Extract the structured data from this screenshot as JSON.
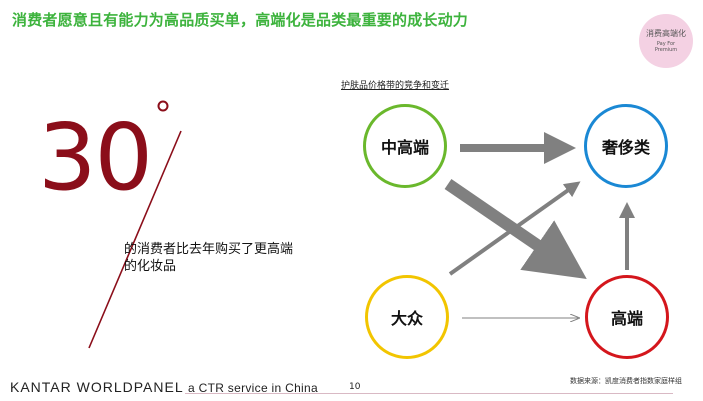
{
  "header": {
    "title": "消费者愿意且有能力为高品质买单，高端化是品类最重要的成长动力",
    "badge": {
      "line1": "消费高端化",
      "line2": "Pay For",
      "line3": "Premium"
    }
  },
  "stat": {
    "value": "30",
    "description": "的消费者比去年购买了更高端的化妆品"
  },
  "diagram": {
    "title": "护肤品价格带的竞争和变迁",
    "nodes": {
      "mid_high": {
        "label": "中高端",
        "color": "#6ab82c"
      },
      "luxury": {
        "label": "奢侈类",
        "color": "#1a88d4"
      },
      "mass": {
        "label": "大众",
        "color": "#f2c500"
      },
      "premium": {
        "label": "高端",
        "color": "#d4161c"
      }
    },
    "arrow_color": "#808080"
  },
  "footer": {
    "logo": "KANTAR WORLDPANEL",
    "logo_sub": "a CTR service in China",
    "page_number": "10",
    "source": "数据来源：凯度消费者指数家庭样组"
  }
}
